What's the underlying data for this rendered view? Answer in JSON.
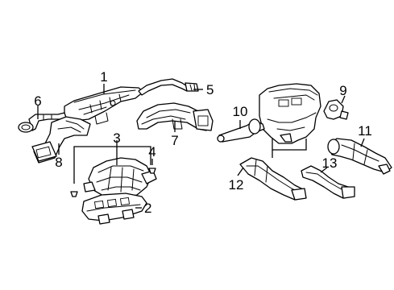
{
  "callouts": [
    {
      "id": "1",
      "text": "1"
    },
    {
      "id": "2",
      "text": "2"
    },
    {
      "id": "3",
      "text": "3"
    },
    {
      "id": "4",
      "text": "4"
    },
    {
      "id": "5",
      "text": "5"
    },
    {
      "id": "6",
      "text": "6"
    },
    {
      "id": "7",
      "text": "7"
    },
    {
      "id": "8",
      "text": "8"
    },
    {
      "id": "9",
      "text": "9"
    },
    {
      "id": "10",
      "text": "10"
    },
    {
      "id": "11",
      "text": "11"
    },
    {
      "id": "12",
      "text": "12"
    },
    {
      "id": "13",
      "text": "13"
    }
  ],
  "colors": {
    "line": "#000000",
    "background": "#ffffff"
  }
}
